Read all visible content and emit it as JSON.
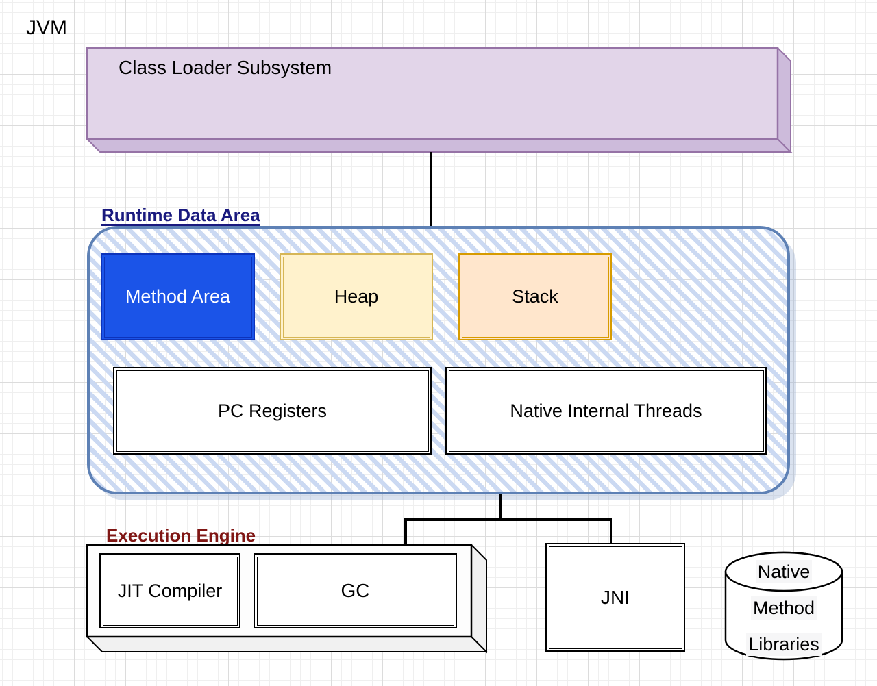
{
  "diagram": {
    "title": "JVM",
    "class_loader": {
      "label": "Class Loader Subsystem"
    },
    "runtime_data_area": {
      "heading": "Runtime Data Area",
      "method_area": "Method Area",
      "heap": "Heap",
      "stack": "Stack",
      "pc_registers": "PC Registers",
      "native_internal_threads": "Native Internal Threads"
    },
    "execution_engine": {
      "heading": "Execution Engine",
      "jit_compiler": "JIT Compiler",
      "gc": "GC"
    },
    "jni": {
      "label": "JNI"
    },
    "native_method_libraries": {
      "lines": [
        "Native",
        "Method",
        "Libraries"
      ]
    }
  },
  "colors": {
    "class_loader_fill": "#E2D5E9",
    "class_loader_side": "#CDBBDB",
    "class_loader_stroke": "#9673A6",
    "runtime_border": "#5E81B5",
    "runtime_stripe": "#CBD9F2",
    "runtime_heading_text": "#19197E",
    "exec_heading_text": "#801715",
    "method_area_fill": "#1B54E8",
    "method_area_stroke": "#0D33BA",
    "heap_fill": "#FFF2CC",
    "heap_stroke": "#D6B656",
    "stack_fill": "#FFE6CC",
    "stack_stroke": "#D79B00",
    "connector": "#000000",
    "box_stroke": "#000000"
  }
}
